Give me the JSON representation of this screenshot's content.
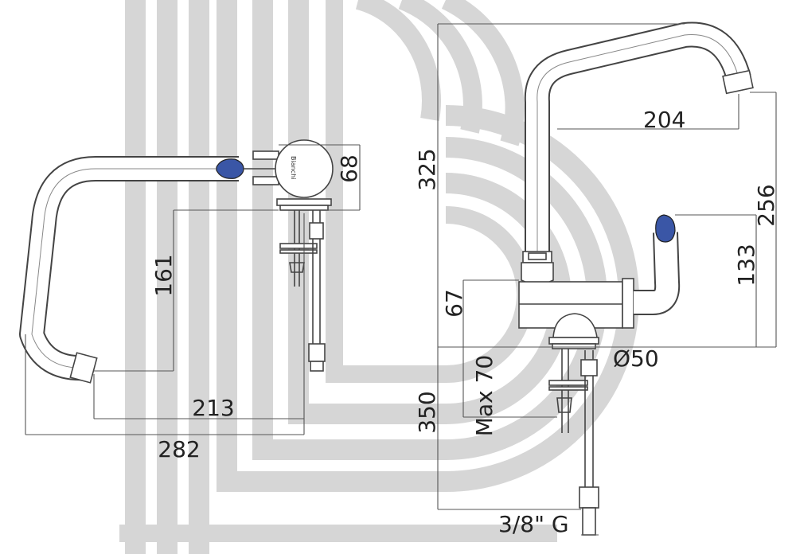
{
  "brand_text": "Bianchi",
  "dimensions": {
    "side_68": "68",
    "side_161": "161",
    "side_213": "213",
    "side_282": "282",
    "front_204": "204",
    "front_325": "325",
    "front_256": "256",
    "front_133": "133",
    "front_67": "67",
    "front_d50": "Ø50",
    "front_max70": "Max 70",
    "front_350": "350",
    "front_thread": "3/8\" G"
  },
  "colors": {
    "handle": "#3a56a6",
    "watermark": "#d6d6d6",
    "line": "#444444"
  }
}
